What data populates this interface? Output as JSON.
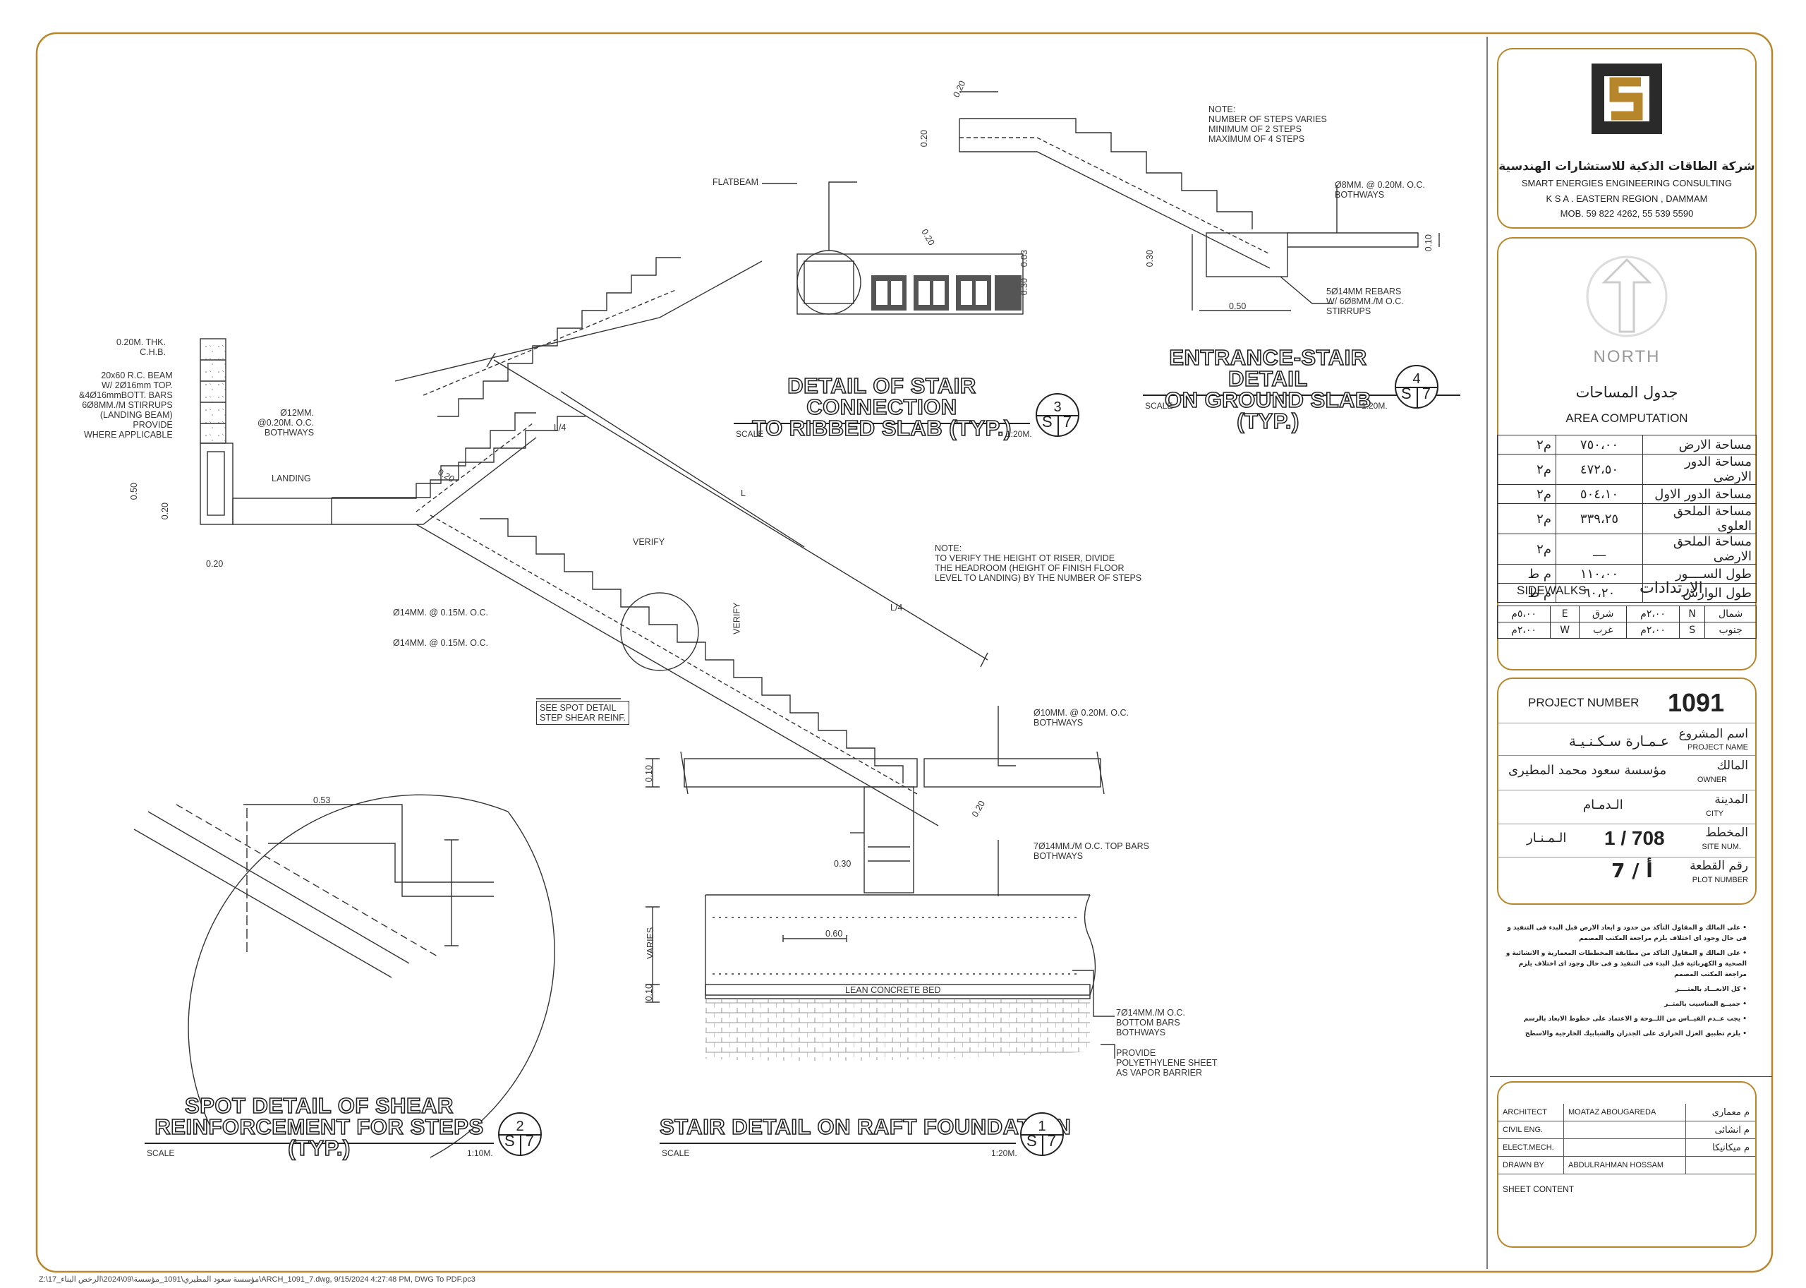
{
  "details": [
    {
      "number": "3",
      "sheet": "7",
      "title_l1": "DETAIL OF STAIR CONNECTION",
      "title_l2": "TO RIBBED SLAB (TYP.)",
      "scale_label": "SCALE",
      "scale_value": "1:20M."
    },
    {
      "number": "4",
      "sheet": "7",
      "title_l1": "ENTRANCE-STAIR DETAIL",
      "title_l2": "ON GROUND SLAB (TYP.)",
      "scale_label": "SCALE",
      "scale_value": "1:20M."
    },
    {
      "number": "2",
      "sheet": "7",
      "title_l1": "SPOT DETAIL OF SHEAR",
      "title_l2": "REINFORCEMENT FOR STEPS (TYP.)",
      "scale_label": "SCALE",
      "scale_value": "1:10M."
    },
    {
      "number": "1",
      "sheet": "7",
      "title_l1": "STAIR DETAIL ON RAFT FOUNDATION",
      "title_l2": "",
      "scale_label": "SCALE",
      "scale_value": "1:20M."
    }
  ],
  "annotations": {
    "chb": "0.20M. THK.\nC.H.B.",
    "beam": "20x60 R.C. BEAM\nW/ 2Ø16mm TOP.\n&4Ø16mmBOTT. BARS\n6Ø8MM./M STIRRUPS\n(LANDING BEAM)\nPROVIDE\nWHERE APPLICABLE",
    "bothways12": "Ø12MM.\n@0.20M. O.C.\nBOTHWAYS",
    "landing": "LANDING",
    "flatbeam": "FLATBEAM",
    "note_steps": "NOTE:\nNUMBER OF STEPS VARIES\nMINIMUM OF 2 STEPS\nMAXIMUM OF 4 STEPS",
    "o8": "Ø8MM. @ 0.20M. O.C.\nBOTHWAYS",
    "rebars": "5Ø14MM REBARS\nW/ 6Ø8MM./M O.C.\nSTIRRUPS",
    "note_verify": "NOTE:\nTO VERIFY THE HEIGHT OT RISER, DIVIDE\nTHE HEADROOM (HEIGHT OF FINISH FLOOR\nLEVEL TO LANDING) BY THE NUMBER OF STEPS",
    "verify": "VERIFY",
    "o14a": "Ø14MM. @ 0.15M. O.C.",
    "o14b": "Ø14MM. @ 0.15M. O.C.",
    "spot": "SEE SPOT DETAIL\nSTEP SHEAR REINF.",
    "o10": "Ø10MM. @ 0.20M. O.C.\nBOTHWAYS",
    "top_bars": "7Ø14MM./M O.C. TOP BARS\nBOTHWAYS",
    "lean": "LEAN CONCRETE BED",
    "bottom_bars": "7Ø14MM./M O.C.\nBOTTOM BARS\nBOTHWAYS",
    "poly": "PROVIDE\nPOLYETHYLENE SHEET\nAS VAPOR BARRIER",
    "l": "L",
    "l4a": "L/4",
    "l4b": "L/4",
    "varies": "VARIES"
  },
  "dimensions": {
    "d020_a": "0.20",
    "d050": "0.50",
    "d020_b": "0.20",
    "d020_c": "0.20",
    "d020_stair": "0.20",
    "d030_03": "0.30",
    "d003": "0.03",
    "d020_top": "0.20",
    "d020_top2": "0.20",
    "d030_ent": "0.30",
    "d050_ent": "0.50",
    "d010_ent": "0.10",
    "d053": "0.53",
    "d030_col": "0.30",
    "d060": "0.60",
    "d010_a": "0.10",
    "d010_b": "0.10",
    "d020_raft": "0.20"
  },
  "company": {
    "name_ar": "شركة الطاقات الذكية للاستشارات الهندسية",
    "name_en": "SMART ENERGIES ENGINEERING CONSULTING",
    "region": "K S A . EASTERN REGION , DAMMAM",
    "mobile": "MOB. 59 822 4262, 55 539 5590"
  },
  "north_label": "NORTH",
  "area": {
    "title_ar": "جدول المساحات",
    "title_en": "AREA COMPUTATION",
    "rows": [
      {
        "label": "مساحة الارض",
        "value": "٧٥٠،٠٠",
        "unit": "م٢"
      },
      {
        "label": "مساحة الدور الارضى",
        "value": "٤٧٢،٥٠",
        "unit": "م٢"
      },
      {
        "label": "مساحة الدور الاول",
        "value": "٥٠٤،١٠",
        "unit": "م٢"
      },
      {
        "label": "مساحة الملحق العلوى",
        "value": "٣٣٩،٢٥",
        "unit": "م٢"
      },
      {
        "label": "مساحة الملحق الارضى",
        "value": "__",
        "unit": "م٢"
      },
      {
        "label": "طول الســــور",
        "value": "١١٠،٠٠",
        "unit": "م ط"
      },
      {
        "label": "طول الوارش",
        "value": "٦٠،٢٠",
        "unit": "م ط"
      }
    ],
    "sidewalks_en": "SIDEWALKS",
    "sidewalks_ar": "الارتدادات",
    "sw_rows": [
      {
        "a_ar": "شمال",
        "a_en": "N",
        "a_val": "٢،٠٠م",
        "b_ar": "شرق",
        "b_en": "E",
        "b_val": "٥،٠٠م"
      },
      {
        "a_ar": "جنوب",
        "a_en": "S",
        "a_val": "٢،٠٠م",
        "b_ar": "غرب",
        "b_en": "W",
        "b_val": "٢،٠٠م"
      }
    ]
  },
  "project": {
    "number_label": "PROJECT NUMBER",
    "number": "1091",
    "name_ar_label": "اسم المشروع",
    "name_en_label": "PROJECT NAME",
    "name_value": "عـمـارة سـكـنـيـة",
    "owner_ar_label": "المالك",
    "owner_en_label": "OWNER",
    "owner_value": "مؤسسة سعود محمد المطيرى",
    "city_ar_label": "المدينة",
    "city_en_label": "CITY",
    "city_value": "الـدمـام",
    "site_ar_label": "المخطط",
    "site_en_label": "SITE NUM.",
    "site_district": "الـمـنـار",
    "site_value": "1 / 708",
    "plot_ar_label": "رقم القطعة",
    "plot_en_label": "PLOT NUMBER",
    "plot_value": "7 / أ"
  },
  "notes": [
    "على المالك و المقاول التأكد من حدود و ابعاد  الارض قبل البدء فى التنفيذ و فى حال وجود اى اختلاف يلزم مراجعة المكتب المصمم",
    "على المالك و المقاول التأكد من مطابقة المخططات المعمارية و الانشائية و الصحية و الكهربائية قبل البدء فى التنفيذ و فى حال وجود اى   اختلاف يلزم مراجعة المكتب المصمم",
    "كل الابعـــاد بالمتــــر",
    "جميــع المناسيب بالمتــر",
    "يجب عــدم القيــاس من اللــوحة   و الاعتماد على خطوط الابعاد بالرسم",
    "يلزم تطبيق العزل الحرارى على الجدران والشبابيك الخارجية والاسطح"
  ],
  "staff": {
    "architect_en": "ARCHITECT",
    "architect_name": "MOATAZ ABOUGAREDA",
    "architect_ar": "م معمارى",
    "civil_en": "CIVIL ENG.",
    "civil_name": "",
    "civil_ar": "م انشائى",
    "elect_en": "ELECT.MECH.",
    "elect_name": "",
    "elect_ar": "م ميكانيكا",
    "drawn_en": "DRAWN BY",
    "drawn_name": "ABDULRAHMAN HOSSAM",
    "drawn_ar": "",
    "sheet_content": "SHEET CONTENT"
  },
  "file_path": "Z:\\17_مؤسسة سعود المطيري\\1091_مؤسسة\\09\\2024\\الرخص البناء\\ARCH_1091_7.dwg, 9/15/2024 4:27:48 PM, DWG To PDF.pc3",
  "colors": {
    "frame": "#b8862a",
    "logo_dark": "#2a2a2a",
    "logo_gold": "#b8862a",
    "ink": "#222222"
  }
}
